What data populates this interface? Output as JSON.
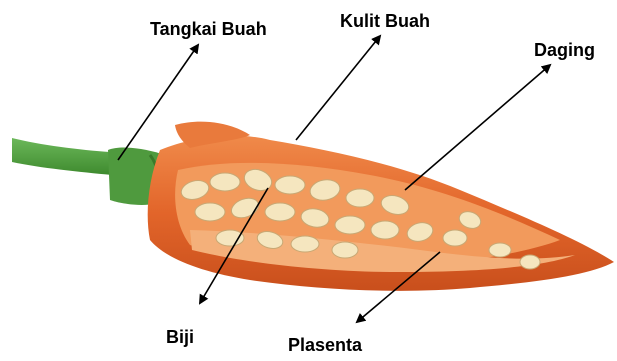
{
  "labels": {
    "tangkai_buah": "Tangkai Buah",
    "kulit_buah": "Kulit Buah",
    "daging": "Daging",
    "biji": "Biji",
    "plasenta": "Plasenta"
  },
  "colors": {
    "stem": "#4a9a3a",
    "skin": "#e0662c",
    "flesh": "#ef8a4a",
    "seed": "#f4e3b8",
    "arrow": "#000000"
  },
  "illustration": "cut-open-chili-pepper"
}
